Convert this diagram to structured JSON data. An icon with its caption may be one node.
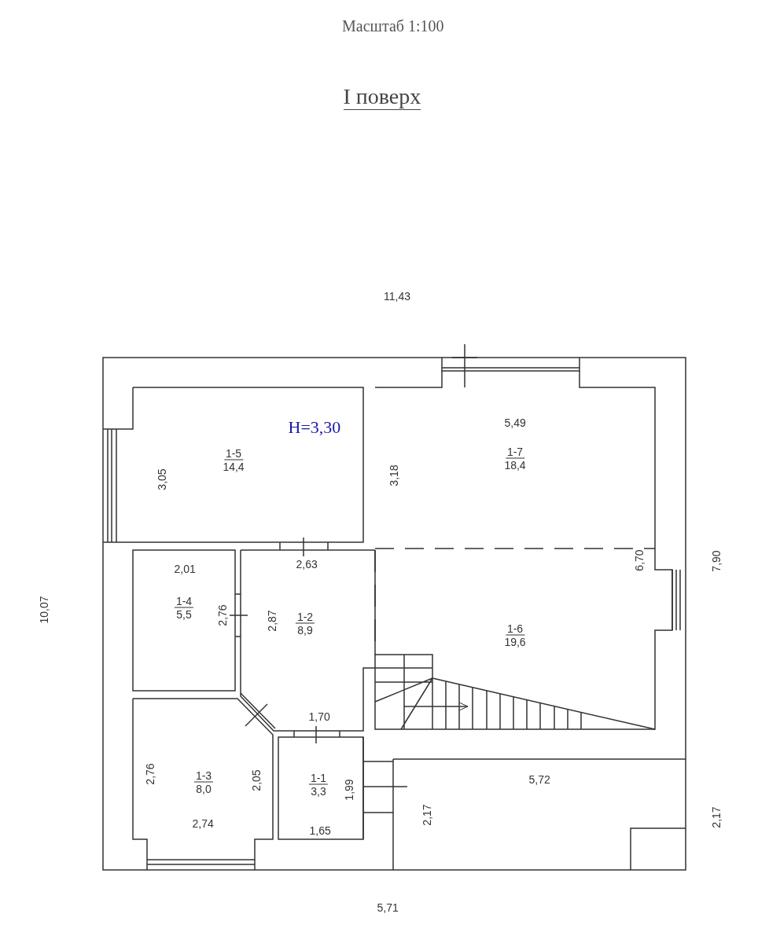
{
  "diagram": {
    "title": "I поверх",
    "nodes": [
      {
        "text": [
          "1-5",
          "14,4"
        ]
      },
      {
        "text": [
          "1-7",
          "18,4"
        ]
      },
      {
        "text": [
          "1-4",
          "5,5"
        ]
      },
      {
        "text": [
          "1-2",
          "8,9"
        ]
      },
      {
        "text": [
          "1-6",
          "19,6"
        ]
      },
      {
        "text": [
          "1-3",
          "8,0"
        ]
      },
      {
        "text": [
          "1-1",
          "3,3"
        ]
      }
    ],
    "edges": [],
    "labels": [
      "Масштаб 1:100",
      "11,43",
      "H=3,30",
      "3,05",
      "3,18",
      "5,49",
      "6,70",
      "7,90",
      "2,01",
      "2,63",
      "10,07",
      "2,76",
      "2,87",
      "1,70",
      "2,76",
      "2,05",
      "1,99",
      "5,72",
      "2,74",
      "2,17",
      "2,17",
      "1,65",
      "5,71"
    ]
  }
}
